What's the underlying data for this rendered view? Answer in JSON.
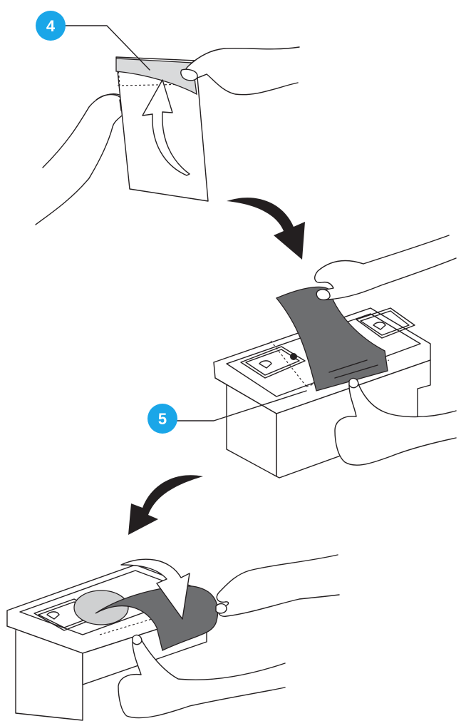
{
  "colors": {
    "callout_fill": "#1aa6e8",
    "callout_text": "#ffffff",
    "line": "#231f20",
    "seal_sheet": "#6d6e70",
    "liner": "#d9dadb"
  },
  "callouts": [
    {
      "label": "4"
    },
    {
      "label": "5"
    }
  ],
  "icons": {
    "flow_arrow_1": "curved-arrow-down-right",
    "flow_arrow_2": "curved-arrow-down-left",
    "peel_arrow": "curved-arrow-up",
    "fold_arrow": "curved-arrow-fold-over"
  }
}
